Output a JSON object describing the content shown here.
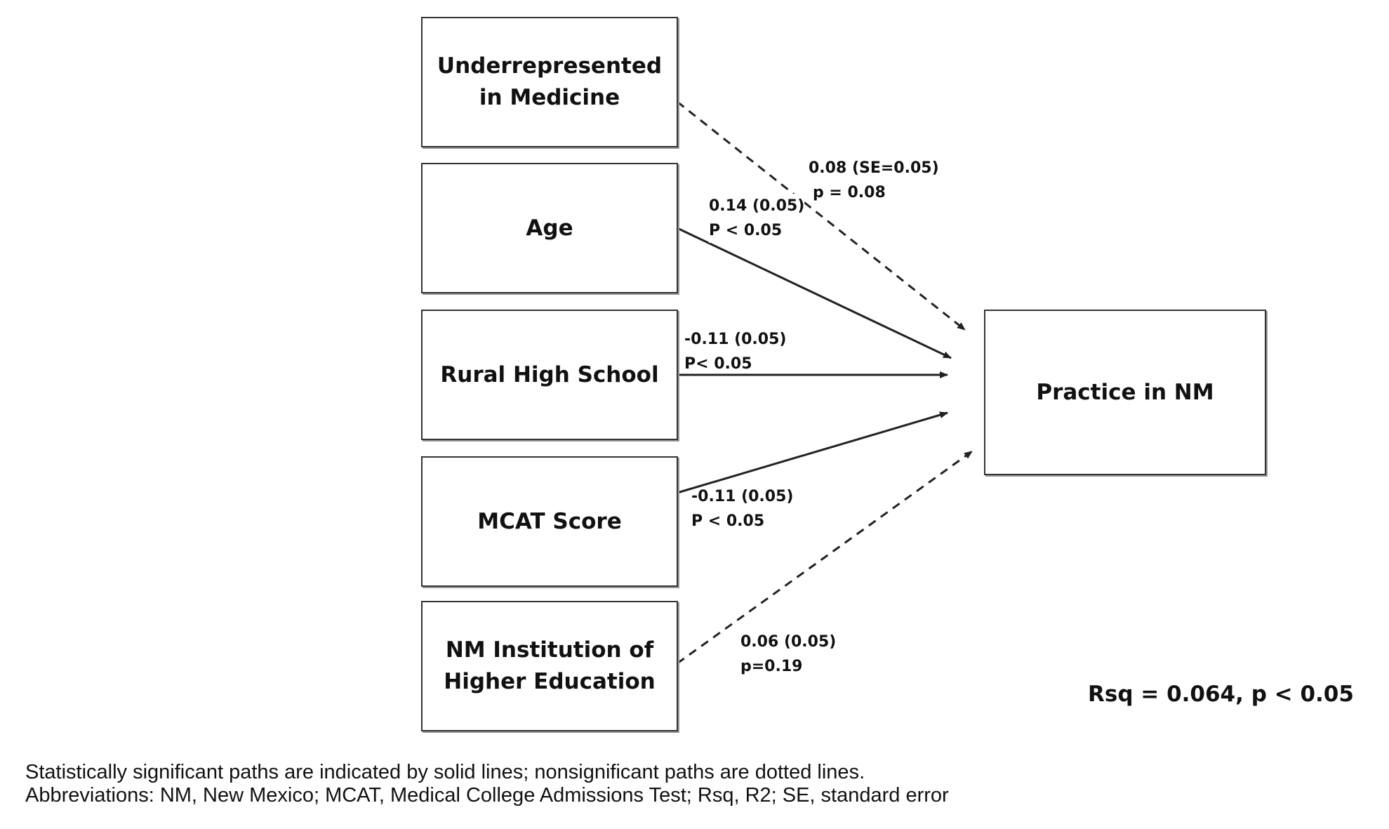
{
  "nodes": {
    "urm": "Underrepresented in Medicine",
    "age": "Age",
    "rural": "Rural High School",
    "mcat": "MCAT Score",
    "nmihe": "NM Institution of Higher Education",
    "outcome": "Practice in NM"
  },
  "paths": {
    "urm": {
      "coef": "0.08 (SE=0.05)",
      "p": "p = 0.08",
      "significant": false
    },
    "age": {
      "coef": "0.14 (0.05)",
      "p": "P < 0.05",
      "significant": true
    },
    "rural": {
      "coef": "-0.11 (0.05)",
      "p": "P< 0.05",
      "significant": true
    },
    "mcat": {
      "coef": "-0.11 (0.05)",
      "p": "P < 0.05",
      "significant": true
    },
    "nmihe": {
      "coef": "0.06 (0.05)",
      "p": "p=0.19",
      "significant": false
    }
  },
  "model_fit": "Rsq = 0.064, p < 0.05",
  "caption": {
    "line1": "Statistically significant paths are indicated by solid lines; nonsignificant paths are dotted lines.",
    "line2": "Abbreviations: NM, New Mexico; MCAT, Medical College Admissions Test; Rsq, R2; SE, standard error"
  }
}
